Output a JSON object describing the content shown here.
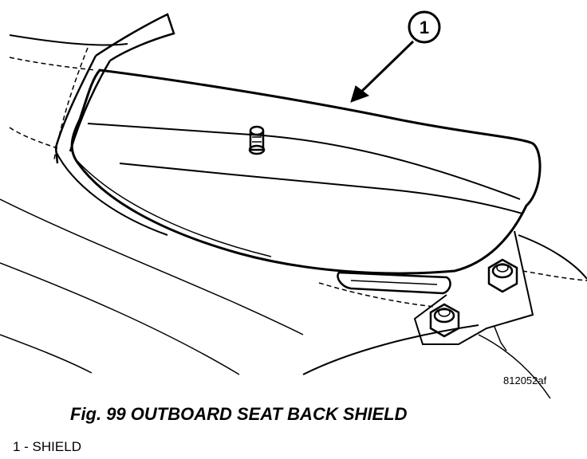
{
  "figure": {
    "callout_number": "1",
    "reference_code": "812052af",
    "caption": "Fig. 99 OUTBOARD SEAT BACK SHIELD",
    "legend": [
      {
        "text": "1 - SHIELD"
      }
    ]
  }
}
